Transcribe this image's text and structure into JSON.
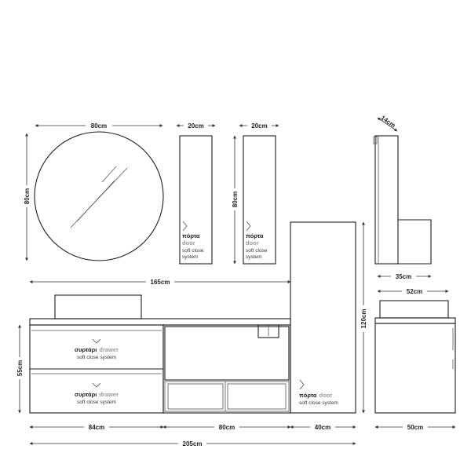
{
  "dimensions": {
    "mirror_width": "80cm",
    "mirror_height": "80cm",
    "cabinet1_width": "20cm",
    "cabinet2_width": "20cm",
    "cabinet2_height": "80cm",
    "side_depth_top": "14cm",
    "side_depth_mid": "35cm",
    "side_depth_base": "52cm",
    "top_width": "165cm",
    "column_height": "120cm",
    "base_height": "55cm",
    "seg_left": "84cm",
    "seg_mid": "80cm",
    "seg_right": "40cm",
    "total_width": "205cm",
    "side_base_depth": "50cm"
  },
  "labels": {
    "cab1": {
      "gr": "πόρτα",
      "en": "door",
      "sub1": "soft close",
      "sub2": "system"
    },
    "cab2": {
      "gr": "πόρτα",
      "en": "door",
      "sub1": "soft close",
      "sub2": "system"
    },
    "drawer_top": {
      "gr": "συρτάρι",
      "en": "drawer",
      "sub": "soft close system"
    },
    "drawer_bottom": {
      "gr": "συρτάρι",
      "en": "drawer",
      "sub": "soft close system"
    },
    "column_door": {
      "gr": "πόρτα",
      "en": "door",
      "sub": "soft close system"
    }
  }
}
